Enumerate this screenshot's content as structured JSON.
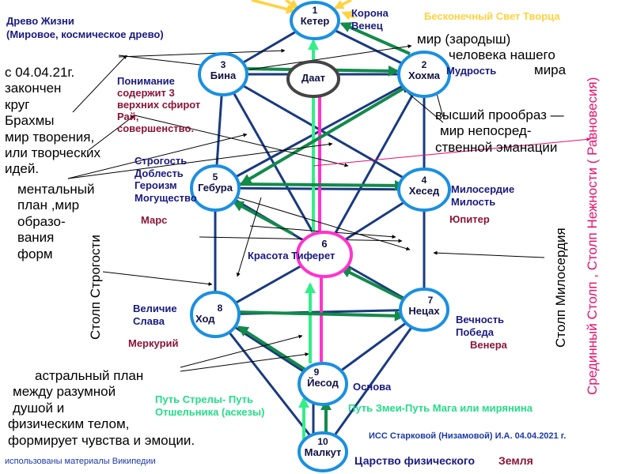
{
  "top_left_title": [
    "Древо Жизни",
    "(Мировое, космическое древо)"
  ],
  "top_right_title": "Бесконечный Свет Творца",
  "kether": {
    "num": "1",
    "name": "Кетер"
  },
  "kether_crown": [
    "Корона",
    "Венец"
  ],
  "world_seed": [
    "мир  (зародыш)",
    "человека нашего",
    "мира"
  ],
  "binah": {
    "num": "3",
    "name": "Бина"
  },
  "daath": {
    "name": "Даат"
  },
  "chokmah": {
    "num": "2",
    "name": "Хохма"
  },
  "chokmah_label": "Мудрость",
  "binah_desc": [
    "Понимание",
    "содержит 3",
    "верхних сфирот",
    "Рай,",
    "совершенство."
  ],
  "left_note": [
    "с 04.04.21г.",
    "закончен",
    "круг",
    "Брахмы",
    "мир творения,",
    "или творческих",
    "идей."
  ],
  "prototype": [
    "высший прообраз —",
    "мир непосред-",
    "ственной эманации"
  ],
  "geburah": {
    "num": "5",
    "name": "Гебура"
  },
  "geburah_desc": [
    "Строгость",
    "Доблесть",
    "Героизм",
    "Могущество"
  ],
  "geburah_planet": "Марс",
  "chesed": {
    "num": "4",
    "name": "Хесед"
  },
  "chesed_desc": [
    "Милосердие",
    "Милость"
  ],
  "chesed_planet": "Юпитер",
  "mental": [
    "ментальный",
    "план ,мир",
    "образо-",
    "вания",
    "форм"
  ],
  "tiphareth": {
    "num": "6",
    "name": "Красота Тиферет"
  },
  "pillar_left": "Столп Строгости",
  "pillar_right": "Столп Милосердия",
  "pillar_middle": "Срединный Столп , Столп Нежности ( Равновесия)",
  "hod": {
    "num": "8",
    "name": "Ход"
  },
  "hod_desc": [
    "Величие",
    "Слава"
  ],
  "hod_planet": "Меркурий",
  "netzach": {
    "num": "7",
    "name": "Нецах"
  },
  "netzach_desc": [
    "Вечность",
    "Победа"
  ],
  "netzach_planet": "Венера",
  "astral": [
    "астральный  план",
    "между разумной",
    "душой и",
    "физическим телом,",
    "формирует чувства и эмоции."
  ],
  "yesod": {
    "num": "9",
    "name": "Йесод"
  },
  "yesod_label": "Основа",
  "arrow_path": [
    "Путь Стрелы- Путь",
    "Отшельника (аскезы)"
  ],
  "serpent_path": "Путь Змеи-Путь Мага или мирянина",
  "author": "ИСС Старковой (Низамовой) И.А. 04.04.2021 г.",
  "source": "использованы материалы Википедии",
  "malkuth": {
    "num": "10",
    "name": "Малкут"
  },
  "malkuth_label": "Царство физического",
  "earth": "Земля",
  "colors": {
    "sphere": "#1a90e0",
    "navy_line": "#1a3a80",
    "green_arrow": "#138a4a",
    "light_green": "#33ee88",
    "pink": "#ff33cc",
    "yellow": "#ffd23f",
    "magenta_text": "#e8106e"
  }
}
